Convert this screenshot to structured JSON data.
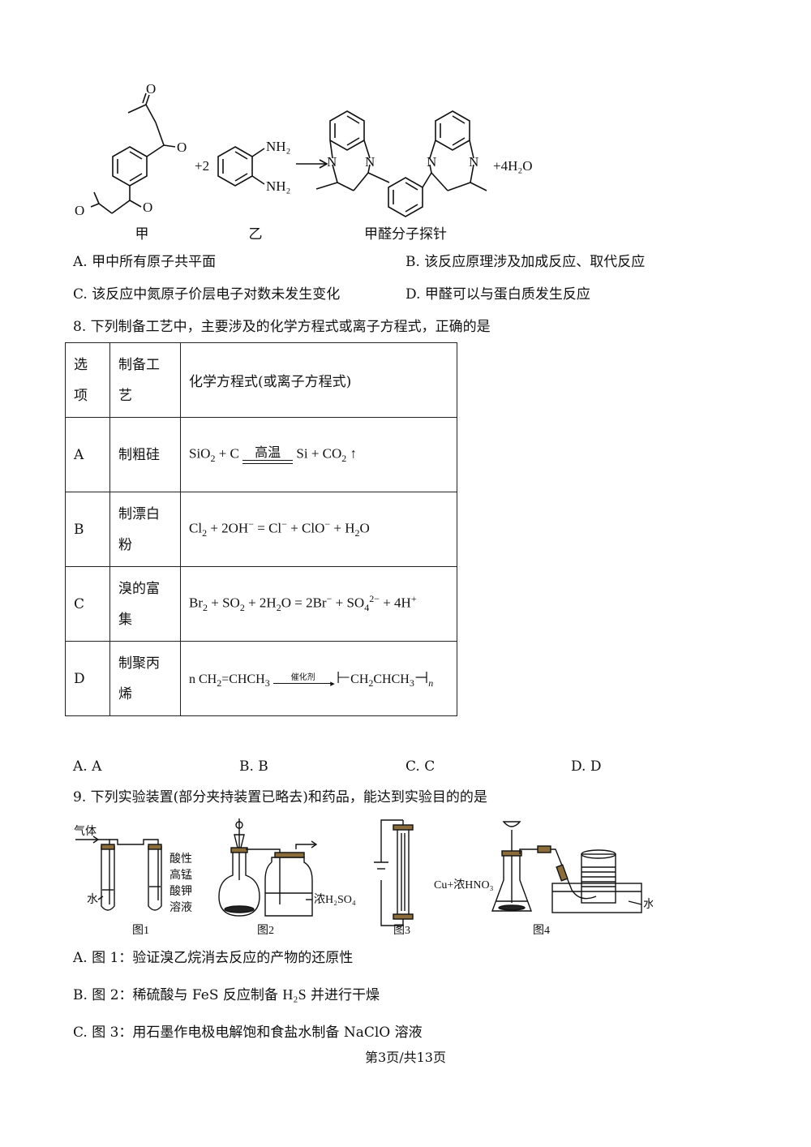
{
  "reaction": {
    "label_a": "甲",
    "label_b": "乙",
    "label_c": "甲醛分子探针",
    "coeff_2": "+2",
    "product_water": "+4H₂O",
    "nh2_top": "NH₂",
    "nh2_bottom": "NH₂"
  },
  "q7_options": {
    "A": "A.  甲中所有原子共平面",
    "B": "B.  该反应原理涉及加成反应、取代反应",
    "C": "C.  该反应中氮原子价层电子对数未发生变化",
    "D": "D.  甲醛可以与蛋白质发生反应"
  },
  "q8": {
    "stem": "8.  下列制备工艺中，主要涉及的化学方程式或离子方程式，正确的是",
    "header": [
      "选项",
      "制备工艺",
      "化学方程式(或离子方程式)"
    ],
    "header_col1_lines": [
      "选",
      "项"
    ],
    "header_col2_lines": [
      "制备工",
      "艺"
    ],
    "rows": [
      {
        "opt": "A",
        "process": [
          "制粗硅"
        ],
        "condition": "高温"
      },
      {
        "opt": "B",
        "process": [
          "制漂白",
          "粉"
        ]
      },
      {
        "opt": "C",
        "process": [
          "溴的富",
          "集"
        ]
      },
      {
        "opt": "D",
        "process": [
          "制聚丙",
          "烯"
        ],
        "condition": "催化剂"
      }
    ],
    "answers": [
      "A. A",
      "B. B",
      "C. C",
      "D. D"
    ]
  },
  "q9": {
    "stem": "9.  下列实验装置(部分夹持装置已略去)和药品，能达到实验目的的是",
    "fig_labels": [
      "图1",
      "图2",
      "图3",
      "图4"
    ],
    "fig1_gas": "气体",
    "fig1_water": "水",
    "fig1_reagent": [
      "酸性",
      "高锰",
      "酸钾",
      "溶液"
    ],
    "fig2_acid": "浓H₂SO₄",
    "fig4_reagent": "Cu+浓HNO₃",
    "fig4_water": "水",
    "options": {
      "A": "A.  图 1：验证溴乙烷消去反应的产物的还原性",
      "B_pre": "B.  图 2：稀硫酸与 FeS 反应制备 ",
      "B_formula": "H₂S",
      "B_post": " 并进行干燥",
      "C": "C.  图 3：用石墨作电极电解饱和食盐水制备 NaClO 溶液"
    }
  },
  "footer": "第3页/共13页"
}
